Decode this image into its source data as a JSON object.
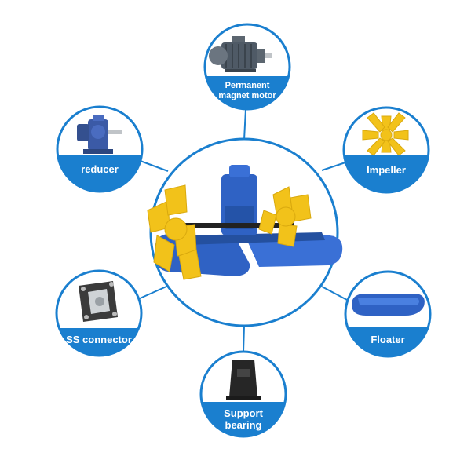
{
  "colors": {
    "ring": "#1a7fcf",
    "banner": "#1a7fcf",
    "label_text": "#ffffff",
    "aerator_body": "#2f62c4",
    "paddle": "#f2c21a",
    "motor": "#4f5a66",
    "reducer": "#3b5aa6",
    "connector_plate": "#3b3b3b",
    "support": "#262626"
  },
  "center": {
    "name": "paddlewheel-aerator",
    "icon": "paddlewheel-aerator-icon"
  },
  "components": [
    {
      "id": "motor",
      "label_lines": [
        "Permanent",
        "magnet motor"
      ],
      "icon": "motor-icon"
    },
    {
      "id": "reducer",
      "label_lines": [
        "reducer"
      ],
      "icon": "reducer-icon"
    },
    {
      "id": "impeller",
      "label_lines": [
        "Impeller"
      ],
      "icon": "impeller-icon"
    },
    {
      "id": "connector",
      "label_lines": [
        "SS connector"
      ],
      "icon": "ss-connector-icon"
    },
    {
      "id": "floater",
      "label_lines": [
        "Floater"
      ],
      "icon": "floater-icon"
    },
    {
      "id": "support",
      "label_lines": [
        "Support",
        "bearing"
      ],
      "icon": "support-bearing-icon"
    }
  ]
}
